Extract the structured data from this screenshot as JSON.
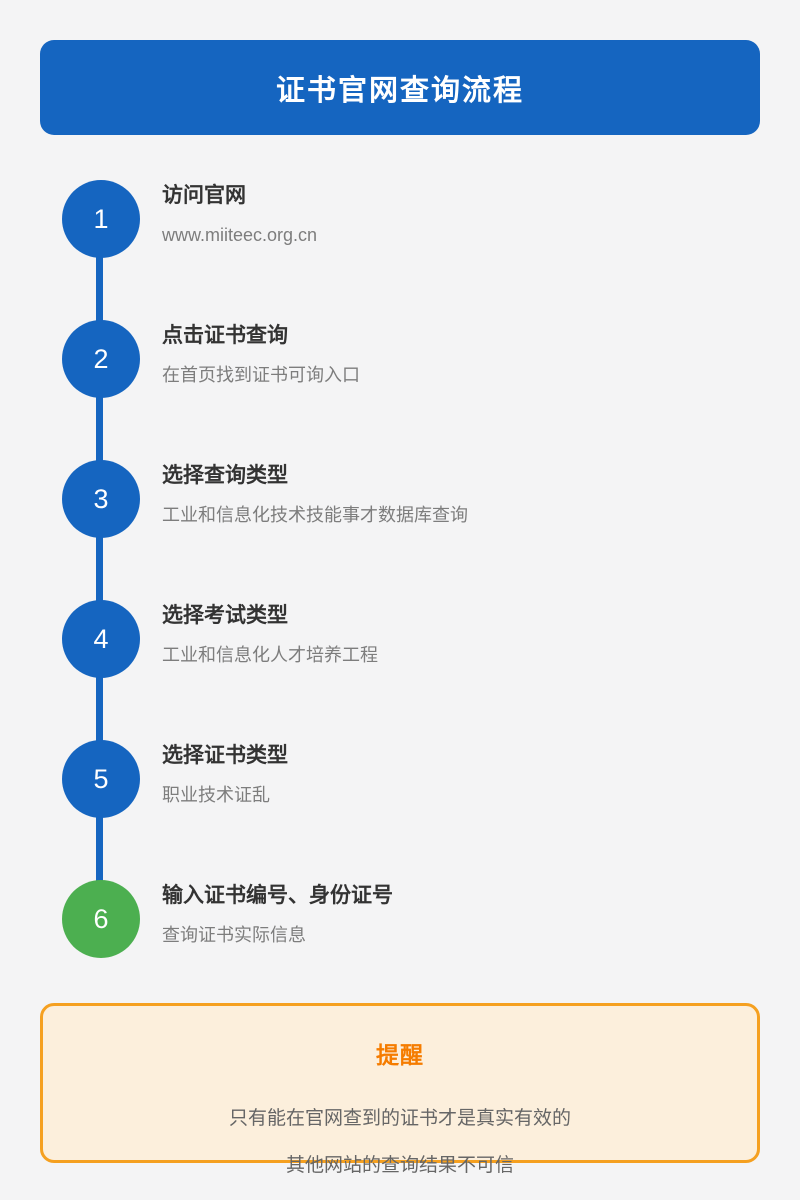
{
  "header": {
    "title": "证书官网查询流程",
    "bg_color": "#1565C0",
    "text_color": "#FFFFFF"
  },
  "steps": [
    {
      "number": "1",
      "title": "访问官网",
      "subtitle": "www.miiteec.org.cn",
      "circle_color": "#1565C0"
    },
    {
      "number": "2",
      "title": "点击证书查询",
      "subtitle": "在首页找到证书可询入口",
      "circle_color": "#1565C0"
    },
    {
      "number": "3",
      "title": "选择查询类型",
      "subtitle": "工业和信息化技术技能事才数据库查询",
      "circle_color": "#1565C0"
    },
    {
      "number": "4",
      "title": "选择考试类型",
      "subtitle": "工业和信息化人才培养工程",
      "circle_color": "#1565C0"
    },
    {
      "number": "5",
      "title": "选择证书类型",
      "subtitle": "职业技术证乱",
      "circle_color": "#1565C0"
    },
    {
      "number": "6",
      "title": "输入证书编号、身份证号",
      "subtitle": "查询证书实际信息",
      "circle_color": "#4CAF50"
    }
  ],
  "connector_color": "#1565C0",
  "reminder": {
    "title": "提醒",
    "lines": [
      "只有能在官网查到的证书才是真实有效的",
      "其他网站的查询结果不可信"
    ],
    "title_color": "#F57C00",
    "border_color": "#F5A020",
    "bg_color": "#FCEFDC"
  },
  "page": {
    "bg_color": "#F4F4F5"
  }
}
